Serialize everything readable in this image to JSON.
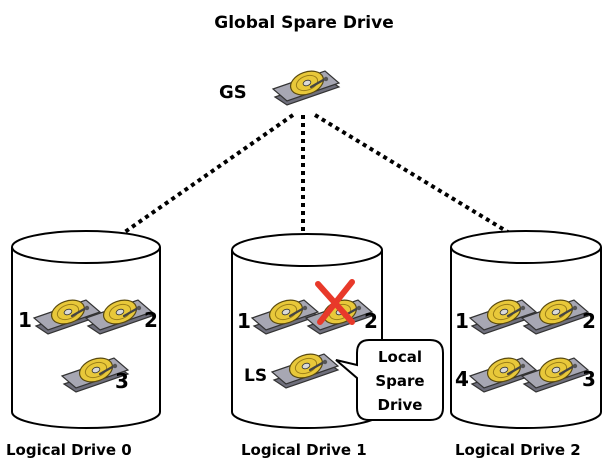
{
  "title": "Global Spare Drive",
  "global_spare": {
    "tag": "GS"
  },
  "logical_drives": [
    {
      "name": "Logical Drive 0",
      "members": [
        {
          "label": "1"
        },
        {
          "label": "2"
        },
        {
          "label": "3"
        }
      ]
    },
    {
      "name": "Logical Drive 1",
      "members": [
        {
          "label": "1"
        },
        {
          "label": "2",
          "failed": true
        }
      ],
      "local_spare": {
        "tag": "LS"
      }
    },
    {
      "name": "Logical Drive 2",
      "members": [
        {
          "label": "1"
        },
        {
          "label": "2"
        },
        {
          "label": "4"
        },
        {
          "label": "3"
        }
      ]
    }
  ],
  "callout": {
    "line1": "Local",
    "line2": "Spare",
    "line3": "Drive"
  },
  "colors": {
    "platter": "#e8c83a",
    "disk_body": "#8a8a96",
    "failed_mark": "#e8392a"
  }
}
